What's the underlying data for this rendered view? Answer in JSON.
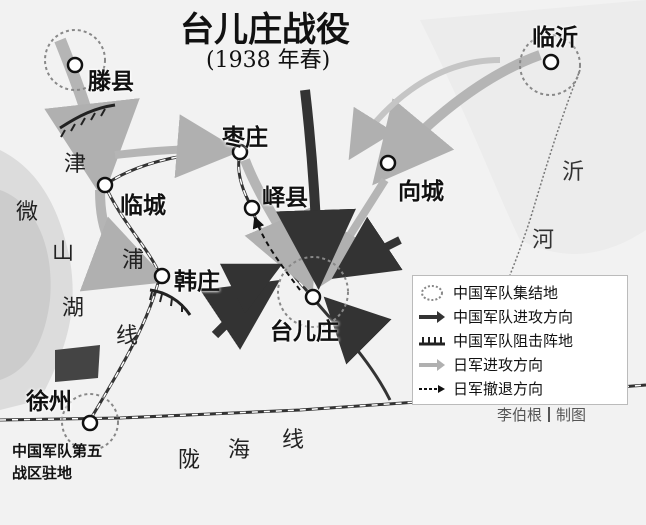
{
  "title": "台儿庄战役",
  "subtitle": "(1938 年春)",
  "cities": {
    "tengxian": "滕县",
    "lincheng": "临城",
    "hanzhuang": "韩庄",
    "zaozhuang": "枣庄",
    "yixian": "峄县",
    "xiangcheng": "向城",
    "taierzhuang": "台儿庄",
    "linyi": "临沂",
    "xuzhou": "徐州"
  },
  "railways": {
    "jinpu": [
      "津",
      "浦",
      "线"
    ],
    "longhai": [
      "陇",
      "海",
      "线"
    ]
  },
  "lake": [
    "微",
    "山",
    "湖"
  ],
  "river": [
    "沂",
    "河"
  ],
  "hq_note": [
    "中国军队第五",
    "战区驻地"
  ],
  "legend": [
    {
      "icon": "dotted-circle",
      "label": "中国军队集结地"
    },
    {
      "icon": "dark-arrow",
      "label": "中国军队进攻方向"
    },
    {
      "icon": "blocking-line",
      "label": "中国军队阻击阵地"
    },
    {
      "icon": "gray-arrow",
      "label": "日军进攻方向"
    },
    {
      "icon": "dashed-arrow",
      "label": "日军撤退方向"
    }
  ],
  "credit": {
    "author": "李伯根",
    "role": "制图"
  },
  "colors": {
    "chinese_attack": "#333333",
    "japanese_attack": "#b5b5b5",
    "lake": "#d6d6d6",
    "hills": "#cfcfcf"
  }
}
